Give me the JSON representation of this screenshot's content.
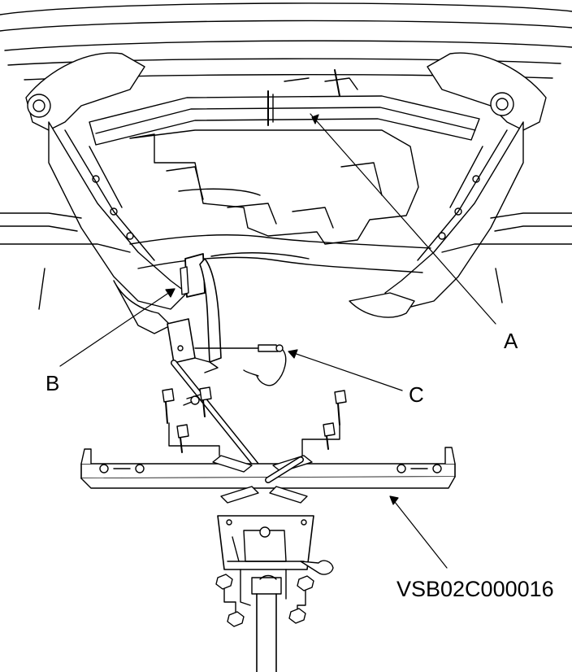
{
  "callouts": {
    "a": "A",
    "b": "B",
    "c": "C"
  },
  "figure_code": "VSB02C000016",
  "colors": {
    "line": "#000000",
    "fill": "#ffffff",
    "shade": "#e8e8e8"
  }
}
